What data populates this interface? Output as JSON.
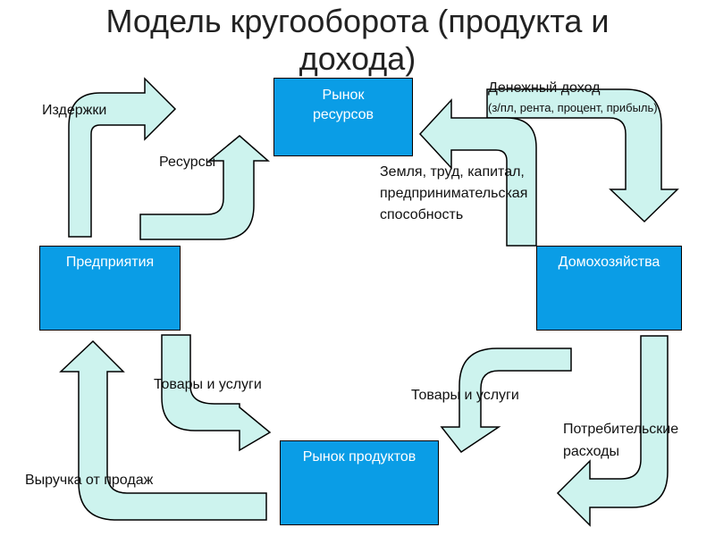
{
  "title": {
    "line1": "Модель кругооборота (продукта и",
    "line2": "дохода)"
  },
  "boxes": {
    "resource_market": [
      "Рынок",
      "ресурсов"
    ],
    "firms": "Предприятия",
    "households": "Домохозяйства",
    "product_market": "Рынок продуктов"
  },
  "labels": {
    "costs": "Издержки",
    "resources": "Ресурсы",
    "money_income": "Денежный доход",
    "money_income_detail": "(з/пл, рента, процент, прибыль)",
    "factors": [
      "Земля, труд, капитал,",
      "предпринимательская",
      "способность"
    ],
    "goods_left": "Товары и услуги",
    "goods_right": "Товары и услуги",
    "consumer_spending": [
      "Потребительские",
      "расходы"
    ],
    "sales_revenue": "Выручка от продаж"
  },
  "colors": {
    "box_fill": "#0a9de6",
    "arrow_fill": "#cdf3ee",
    "outline": "#000000"
  }
}
